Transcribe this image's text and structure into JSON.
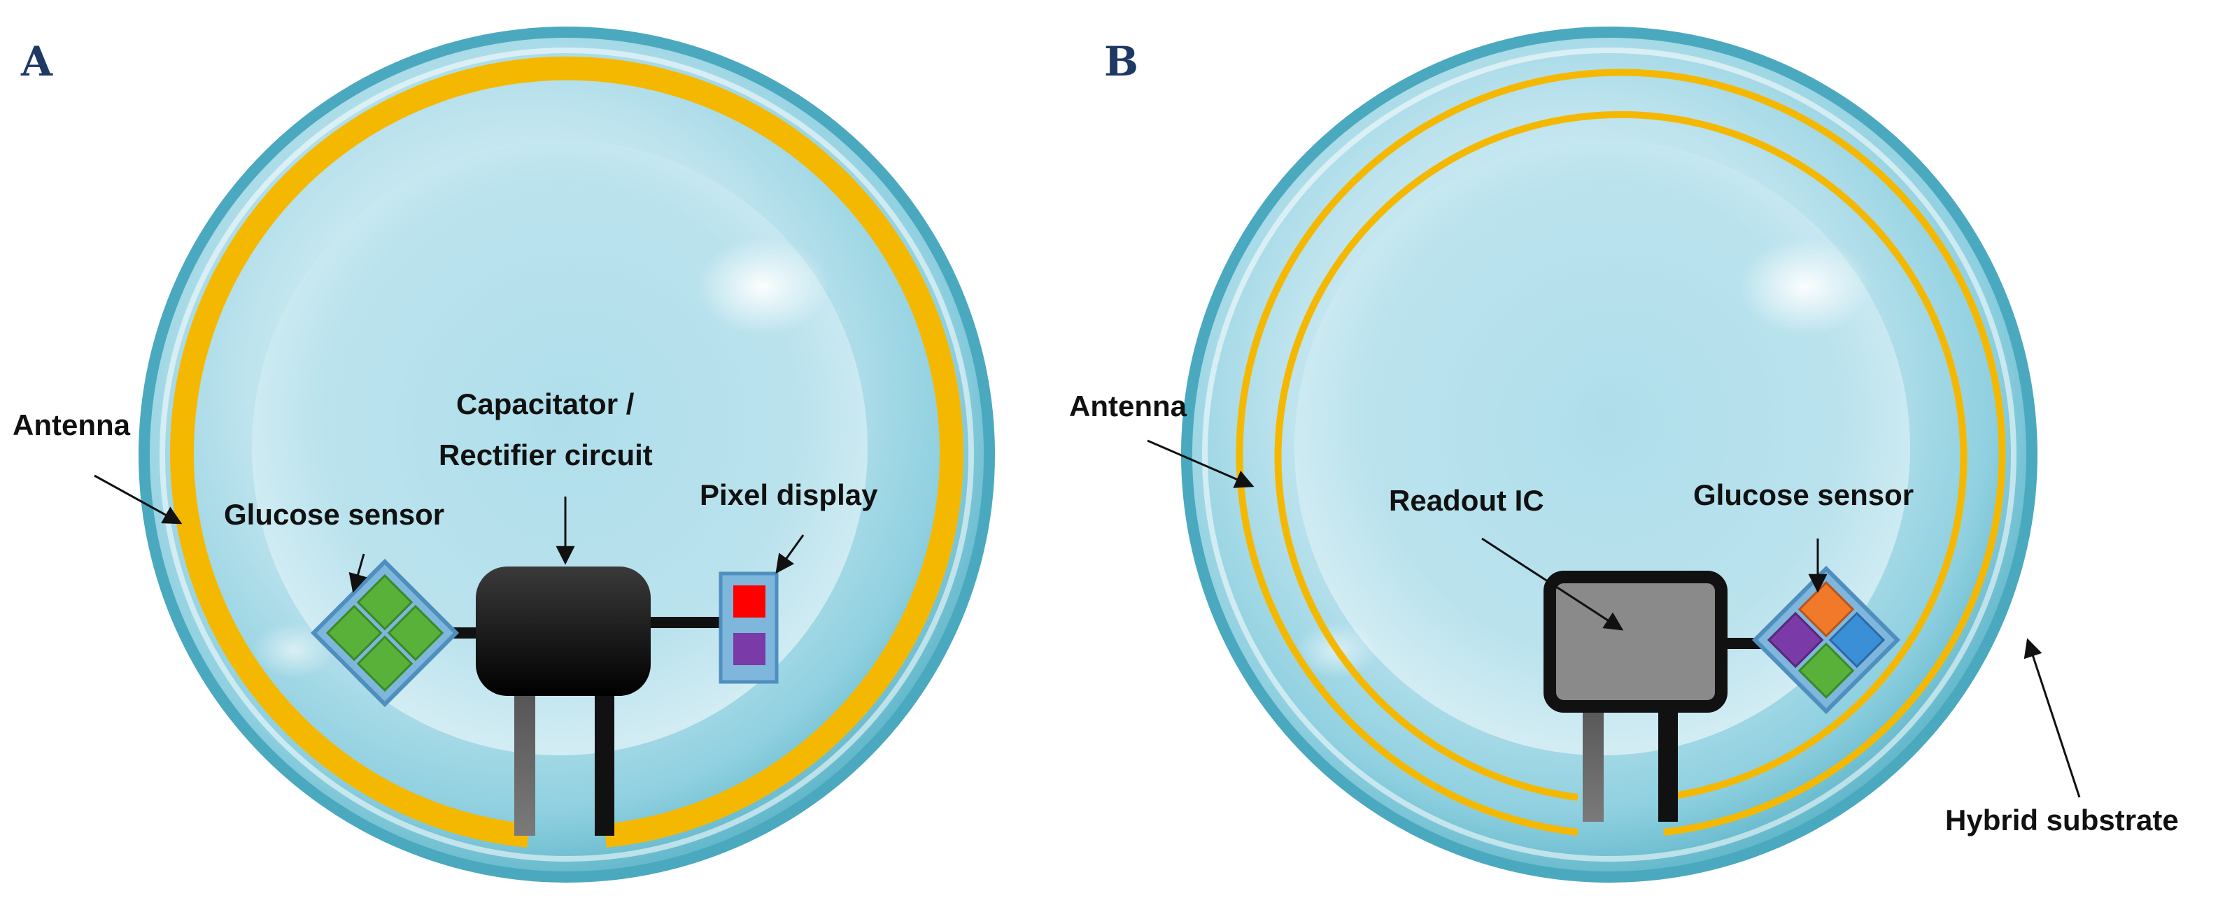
{
  "panels": {
    "a": {
      "label": "A",
      "callouts": {
        "antenna": "Antenna",
        "glucose_sensor": "Glucose sensor",
        "capacitor_line1": "Capacitator /",
        "capacitor_line2": "Rectifier circuit",
        "pixel_display": "Pixel display"
      }
    },
    "b": {
      "label": "B",
      "callouts": {
        "antenna": "Antenna",
        "readout_ic": "Readout IC",
        "glucose_sensor": "Glucose sensor",
        "hybrid_substrate": "Hybrid substrate"
      }
    }
  },
  "colors": {
    "antenna": "#f5b800",
    "lens_rim": "#3b9fb4",
    "lens_body": "#bfe4ee",
    "circuit": "#111111",
    "readout_ic_fill": "#8a8a8a",
    "sensor_green": "#59b13a",
    "sensor_orange": "#f07a2a",
    "sensor_purple": "#7a3aa8",
    "sensor_blue": "#3a8fd6",
    "display_red": "#ff0000",
    "display_purple": "#7a3aa8"
  }
}
